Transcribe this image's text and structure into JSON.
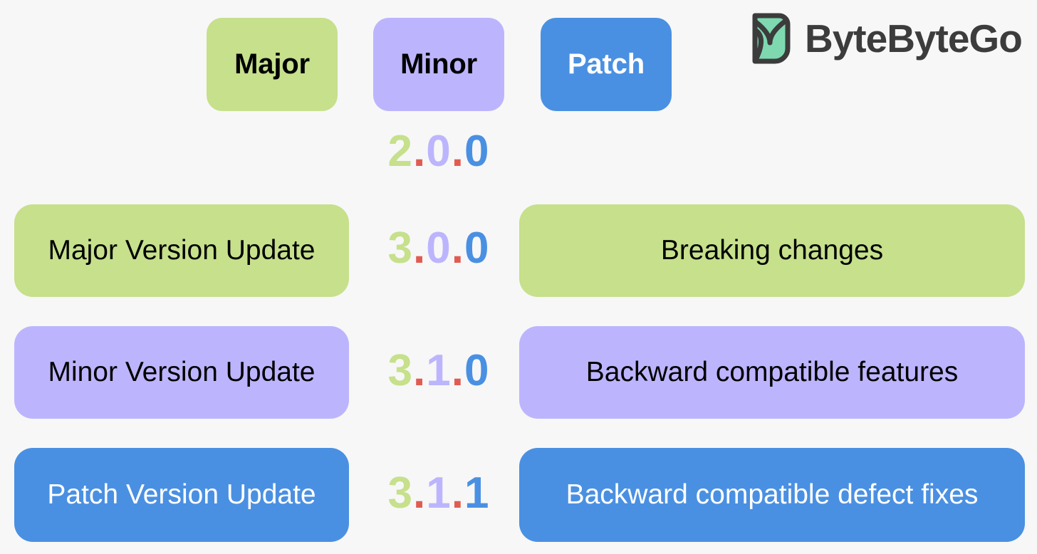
{
  "background_color": "#f7f7f7",
  "palette": {
    "major_green": "#c6e08c",
    "minor_purple": "#bcb5fd",
    "patch_blue": "#4a90e2",
    "separator_red": "#e05c52",
    "logo_dark": "#3c3c3c",
    "logo_mint": "#7ed9b0",
    "text_dark": "#000000",
    "text_light": "#ffffff"
  },
  "header": {
    "chips": [
      {
        "label": "Major",
        "color": "#c6e08c",
        "text_color": "#000000"
      },
      {
        "label": "Minor",
        "color": "#bcb5fd",
        "text_color": "#000000"
      },
      {
        "label": "Patch",
        "color": "#4a90e2",
        "text_color": "#ffffff"
      }
    ],
    "logo": {
      "text": "ByteByteGo",
      "icon": "bytebytego-logo-icon"
    }
  },
  "versions": [
    {
      "major": "2",
      "minor": "0",
      "patch": "0",
      "separator": "."
    },
    {
      "major": "3",
      "minor": "0",
      "patch": "0",
      "separator": "."
    },
    {
      "major": "3",
      "minor": "1",
      "patch": "0",
      "separator": "."
    },
    {
      "major": "3",
      "minor": "1",
      "patch": "1",
      "separator": "."
    }
  ],
  "rows": [
    {
      "update_label": "Major Version Update",
      "description": "Breaking changes",
      "color": "#c6e08c",
      "text_color": "#000000"
    },
    {
      "update_label": "Minor Version Update",
      "description": "Backward compatible features",
      "color": "#bcb5fd",
      "text_color": "#000000"
    },
    {
      "update_label": "Patch Version Update",
      "description": "Backward compatible defect fixes",
      "color": "#4a90e2",
      "text_color": "#ffffff"
    }
  ]
}
